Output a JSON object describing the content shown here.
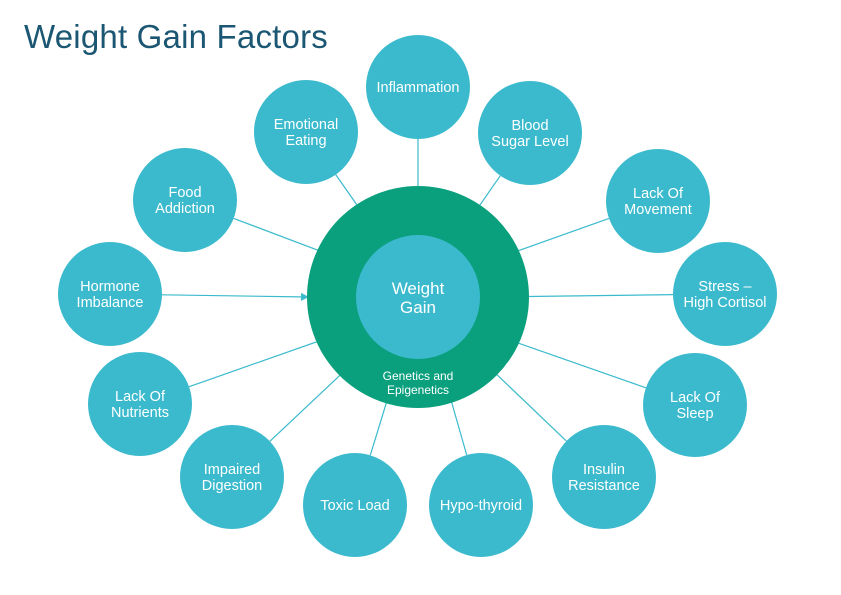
{
  "title": "Weight Gain Factors",
  "colors": {
    "title": "#1b5673",
    "node": "#3bbacd",
    "ring": "#0aa07d",
    "connector": "#3bbacd",
    "text": "#ffffff"
  },
  "center": {
    "label_lines": [
      "Weight",
      "Gain"
    ],
    "ring_label_lines": [
      "Genetics and",
      "Epigenetics"
    ]
  },
  "factors": [
    {
      "id": "inflammation",
      "lines": [
        "Inflammation"
      ]
    },
    {
      "id": "blood-sugar-level",
      "lines": [
        "Blood",
        "Sugar Level"
      ]
    },
    {
      "id": "lack-of-movement",
      "lines": [
        "Lack Of",
        "Movement"
      ]
    },
    {
      "id": "stress-high-cortisol",
      "lines": [
        "Stress –",
        "High Cortisol"
      ]
    },
    {
      "id": "lack-of-sleep",
      "lines": [
        "Lack Of",
        "Sleep"
      ]
    },
    {
      "id": "insulin-resistance",
      "lines": [
        "Insulin",
        "Resistance"
      ]
    },
    {
      "id": "hypo-thyroid",
      "lines": [
        "Hypo-thyroid"
      ]
    },
    {
      "id": "toxic-load",
      "lines": [
        "Toxic Load"
      ]
    },
    {
      "id": "impaired-digestion",
      "lines": [
        "Impaired",
        "Digestion"
      ]
    },
    {
      "id": "lack-of-nutrients",
      "lines": [
        "Lack Of",
        "Nutrients"
      ]
    },
    {
      "id": "hormone-imbalance",
      "lines": [
        "Hormone",
        "Imbalance"
      ]
    },
    {
      "id": "food-addiction",
      "lines": [
        "Food",
        "Addiction"
      ]
    },
    {
      "id": "emotional-eating",
      "lines": [
        "Emotional",
        "Eating"
      ]
    }
  ]
}
